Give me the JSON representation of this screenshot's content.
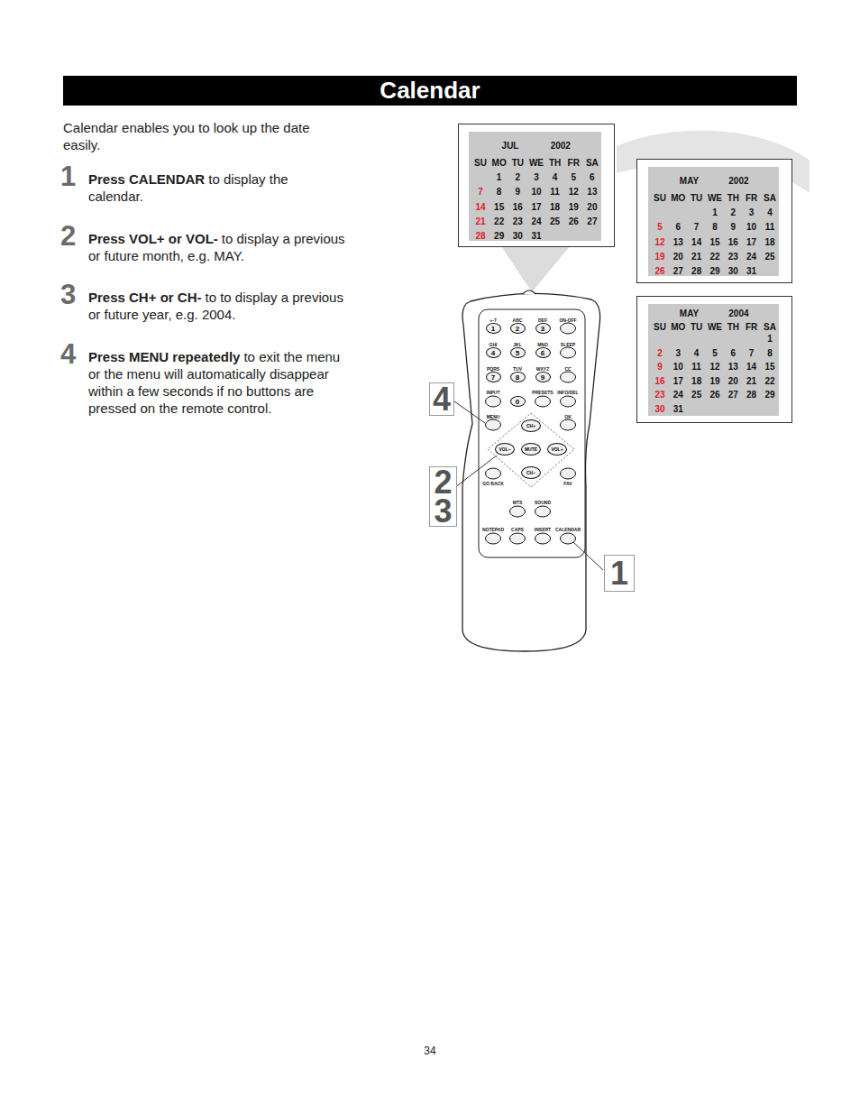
{
  "diagram": {
    "title": "Calendar",
    "nodes": [
      {
        "text": [
          "JUL",
          "2002",
          "SU",
          "MO",
          "TU",
          "WE",
          "TH",
          "FR",
          "SA",
          "1",
          "2",
          "3",
          "4",
          "5",
          "6",
          "7",
          "8",
          "9",
          "10",
          "11",
          "12",
          "13",
          "14",
          "15",
          "16",
          "17",
          "18",
          "19",
          "20",
          "21",
          "22",
          "23",
          "24",
          "25",
          "26",
          "27",
          "28",
          "29",
          "30",
          "31"
        ]
      },
      {
        "text": [
          "MAY",
          "2002",
          "SU",
          "MO",
          "TU",
          "WE",
          "TH",
          "FR",
          "SA",
          "1",
          "2",
          "3",
          "4",
          "5",
          "6",
          "7",
          "8",
          "9",
          "10",
          "11",
          "12",
          "13",
          "14",
          "15",
          "16",
          "17",
          "18",
          "19",
          "20",
          "21",
          "22",
          "23",
          "24",
          "25",
          "26",
          "27",
          "28",
          "29",
          "30",
          "31"
        ]
      },
      {
        "text": [
          "MAY",
          "2004",
          "SU",
          "MO",
          "TU",
          "WE",
          "TH",
          "FR",
          "SA",
          "1",
          "2",
          "3",
          "4",
          "5",
          "6",
          "7",
          "8",
          "9",
          "10",
          "11",
          "12",
          "13",
          "14",
          "15",
          "16",
          "17",
          "18",
          "19",
          "20",
          "21",
          "22",
          "23",
          "24",
          "25",
          "26",
          "27",
          "28",
          "29",
          "30",
          "31"
        ]
      },
      {
        "text": [
          "1"
        ]
      },
      {
        "text": [
          "2"
        ]
      },
      {
        "text": [
          "3"
        ]
      },
      {
        "text": [
          "4"
        ]
      },
      {
        "text": [
          "5"
        ]
      },
      {
        "text": [
          "6"
        ]
      },
      {
        "text": [
          "7"
        ]
      },
      {
        "text": [
          "8"
        ]
      },
      {
        "text": [
          "9"
        ]
      },
      {
        "text": [
          "0"
        ]
      },
      {
        "text": [
          "CH+"
        ]
      },
      {
        "text": [
          "VOL–"
        ]
      },
      {
        "text": [
          "MUTE"
        ]
      },
      {
        "text": [
          "VOL+"
        ]
      },
      {
        "text": [
          "CH–"
        ]
      },
      {
        "text": [
          "4"
        ]
      },
      {
        "text": [
          "2",
          "3"
        ]
      },
      {
        "text": [
          "1"
        ]
      }
    ],
    "edges": [
      {
        "from": 19,
        "to": 14,
        "arrow": "none"
      }
    ],
    "labels": [
      "Calendar enables you to look up the date easily.",
      "1",
      "Press CALENDAR",
      "to display the calendar.",
      "2",
      "Press VOL+ or VOL-",
      "to display a previous or future month, e.g. MAY.",
      "3",
      "Press CH+ or CH-",
      "to to display a previous or future year, e.g. 2004.",
      "4",
      "Press MENU repeatedly",
      "to exit the menu or the menu will automatically disappear within a few seconds if no buttons are pressed on the remote control.",
      "+-7",
      "ABC",
      "DEF",
      "ON-OFF",
      "GHI",
      "JKL",
      "MNO",
      "SLEEP",
      "PQRS",
      "TUV",
      "WXYZ",
      "CC",
      "INPUT",
      "PRESETS",
      "INFO/DEL",
      "MENU",
      "OK",
      "GO BACK",
      "FAV",
      "MTS",
      "SOUND",
      "NOTEPAD",
      "CAPS",
      "INSERT",
      "CALENDAR",
      "34"
    ]
  }
}
